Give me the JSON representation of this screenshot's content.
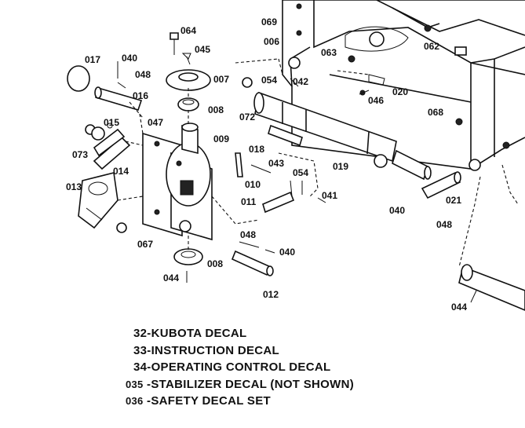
{
  "callouts": [
    {
      "id": "069",
      "text": "069"
    },
    {
      "id": "006",
      "text": "006"
    },
    {
      "id": "062",
      "text": "062"
    },
    {
      "id": "063",
      "text": "063"
    },
    {
      "id": "064",
      "text": "064"
    },
    {
      "id": "045",
      "text": "045"
    },
    {
      "id": "017",
      "text": "017"
    },
    {
      "id": "040a",
      "text": "040"
    },
    {
      "id": "048a",
      "text": "048"
    },
    {
      "id": "007",
      "text": "007"
    },
    {
      "id": "054a",
      "text": "054"
    },
    {
      "id": "042",
      "text": "042"
    },
    {
      "id": "020",
      "text": "020"
    },
    {
      "id": "046",
      "text": "046"
    },
    {
      "id": "016",
      "text": "016"
    },
    {
      "id": "008a",
      "text": "008"
    },
    {
      "id": "072",
      "text": "072"
    },
    {
      "id": "068",
      "text": "068"
    },
    {
      "id": "015",
      "text": "015"
    },
    {
      "id": "047",
      "text": "047"
    },
    {
      "id": "009",
      "text": "009"
    },
    {
      "id": "073",
      "text": "073"
    },
    {
      "id": "018",
      "text": "018"
    },
    {
      "id": "043",
      "text": "043"
    },
    {
      "id": "014",
      "text": "014"
    },
    {
      "id": "019",
      "text": "019"
    },
    {
      "id": "054b",
      "text": "054"
    },
    {
      "id": "010",
      "text": "010"
    },
    {
      "id": "013",
      "text": "013"
    },
    {
      "id": "041",
      "text": "041"
    },
    {
      "id": "021",
      "text": "021"
    },
    {
      "id": "011",
      "text": "011"
    },
    {
      "id": "040b",
      "text": "040"
    },
    {
      "id": "048b",
      "text": "048"
    },
    {
      "id": "067",
      "text": "067"
    },
    {
      "id": "048c",
      "text": "048"
    },
    {
      "id": "040c",
      "text": "040"
    },
    {
      "id": "008b",
      "text": "008"
    },
    {
      "id": "044a",
      "text": "044"
    },
    {
      "id": "012",
      "text": "012"
    },
    {
      "id": "044b",
      "text": "044"
    }
  ],
  "legend": [
    {
      "code": "32",
      "sep": "-",
      "text": "KUBOTA DECAL"
    },
    {
      "code": "33",
      "sep": "-",
      "text": "INSTRUCTION DECAL"
    },
    {
      "code": "34",
      "sep": "-",
      "text": "OPERATING CONTROL DECAL"
    },
    {
      "code": "035",
      "sep": " -",
      "text": "STABILIZER DECAL (NOT SHOWN)"
    },
    {
      "code": "036",
      "sep": " -",
      "text": "SAFETY DECAL SET"
    }
  ]
}
